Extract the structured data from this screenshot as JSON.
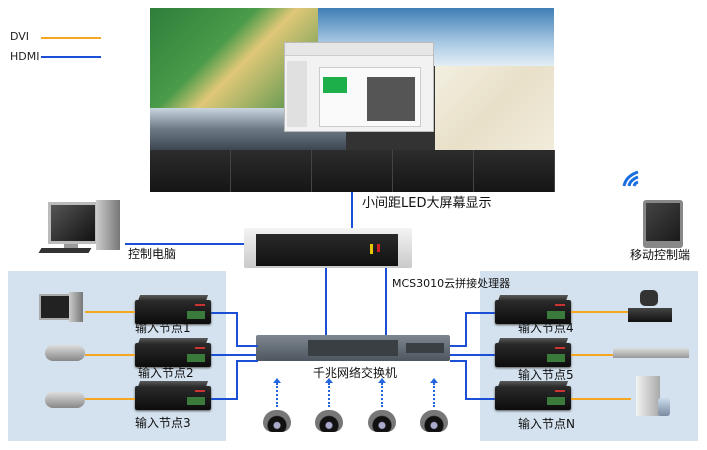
{
  "legend": {
    "items": [
      {
        "label": "DVI",
        "color": "#f5a623"
      },
      {
        "label": "HDMI",
        "color": "#1a4fd6"
      }
    ]
  },
  "display": {
    "label": "小间距LED大屏幕显示",
    "content": [
      "park-map",
      "city-skyline",
      "presentation-window",
      "china-map"
    ]
  },
  "control_pc": {
    "label": "控制电脑"
  },
  "mobile": {
    "label": "移动控制端",
    "icon": "wifi-icon"
  },
  "processor": {
    "label": "MCS3010云拼接处理器"
  },
  "switch": {
    "label": "千兆网络交换机",
    "ip_cameras": 4
  },
  "left_nodes": [
    {
      "label": "输入节点1",
      "source": "desktop-pc"
    },
    {
      "label": "输入节点2",
      "source": "bullet-camera"
    },
    {
      "label": "输入节点3",
      "source": "bullet-camera"
    }
  ],
  "right_nodes": [
    {
      "label": "输入节点4",
      "source": "ptz-camera"
    },
    {
      "label": "输入节点5",
      "source": "rack-device"
    },
    {
      "label": "输入节点N",
      "source": "server-storage"
    }
  ],
  "colors": {
    "dvi": "#f5a623",
    "hdmi": "#1a4fd6",
    "zone_bg": "#d3e2ee"
  }
}
